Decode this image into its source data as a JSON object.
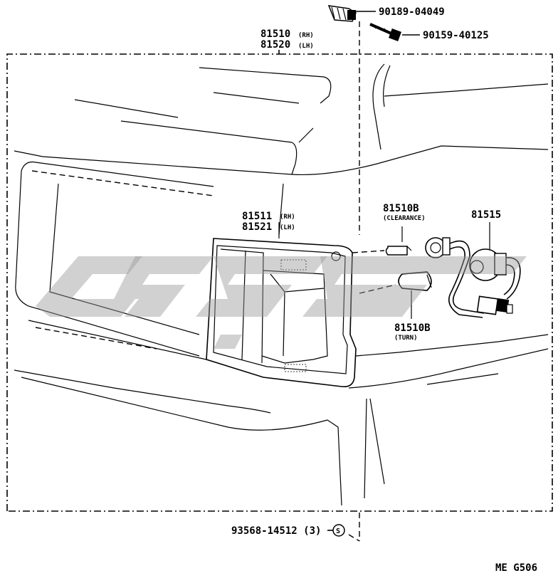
{
  "parts": {
    "clip": "90189-04049",
    "screw": "90159-40125",
    "lamp_assy_rh": "81510",
    "lamp_assy_rh_side": "(RH)",
    "lamp_assy_lh": "81520",
    "lamp_assy_lh_side": "(LH)",
    "lens_rh": "81511",
    "lens_rh_side": "(RH)",
    "lens_lh": "81521",
    "lens_lh_side": "(LH)",
    "bulb_clearance": "81510B",
    "bulb_clearance_note": "(CLEARANCE)",
    "bulb_turn": "81510B",
    "bulb_turn_note": "(TURN)",
    "socket_wire": "81515",
    "screw_bottom": "93568-14512 (3)",
    "screw_bottom_symbol": "S"
  },
  "figure_code": "ME G506",
  "watermark_icon": "gray-logo-watermark"
}
